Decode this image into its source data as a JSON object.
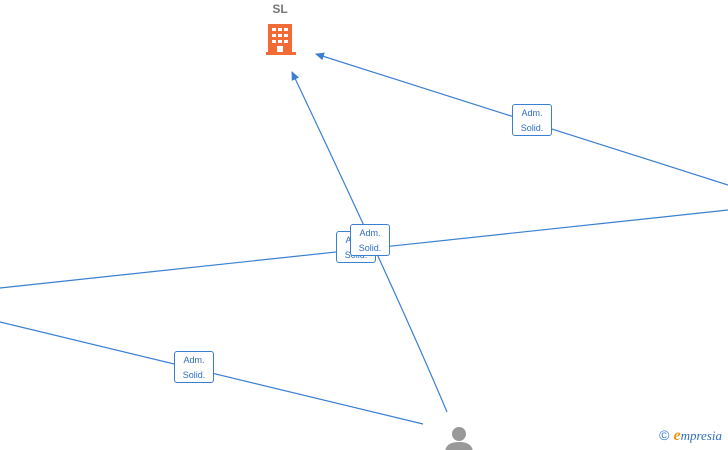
{
  "company_node": {
    "label": "SL",
    "icon": "building-icon",
    "color": "#f26a35"
  },
  "person_node": {
    "icon": "person-icon",
    "color": "#999999"
  },
  "edge_labels": [
    {
      "line1": "Adm.",
      "line2": "Solid."
    },
    {
      "line1": "Adm.",
      "line2": "Solid."
    },
    {
      "line1": "Adm.",
      "line2": "Solid."
    },
    {
      "line1": "Adm.",
      "line2": "Solid."
    }
  ],
  "edge_color": "#3b7fd0",
  "watermark": {
    "copyright_symbol": "©",
    "brand_initial": "e",
    "brand_rest": "mpresia"
  }
}
